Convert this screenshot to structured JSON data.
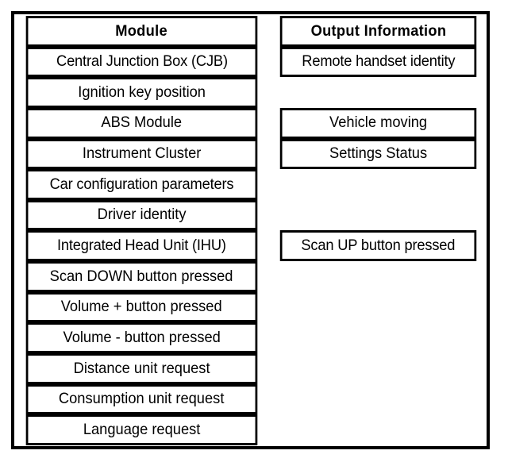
{
  "table": {
    "columns": [
      {
        "key": "module",
        "label": "Module"
      },
      {
        "key": "output",
        "label": "Output Information"
      }
    ],
    "colors": {
      "border": "#000000",
      "cell_background": "#ffffff",
      "text": "#000000",
      "page_background": "#ffffff"
    },
    "header": {
      "module": "Module",
      "output": "Output Information"
    },
    "rows": [
      {
        "module": "Central Junction Box (CJB)",
        "output": "Remote handset identity"
      },
      {
        "module": "Ignition key position",
        "output": ""
      },
      {
        "module": "ABS Module",
        "output": "Vehicle moving"
      },
      {
        "module": "Instrument Cluster",
        "output": "Settings Status"
      },
      {
        "module": "Car configuration parameters",
        "output": ""
      },
      {
        "module": "Driver identity",
        "output": ""
      },
      {
        "module": "Integrated Head Unit (IHU)",
        "output": "Scan UP button pressed"
      },
      {
        "module": "Scan DOWN button pressed",
        "output": ""
      },
      {
        "module": "Volume + button pressed",
        "output": ""
      },
      {
        "module": "Volume - button pressed",
        "output": ""
      },
      {
        "module": "Distance unit request",
        "output": ""
      },
      {
        "module": "Consumption unit request",
        "output": ""
      },
      {
        "module": "Language request",
        "output": ""
      }
    ]
  }
}
